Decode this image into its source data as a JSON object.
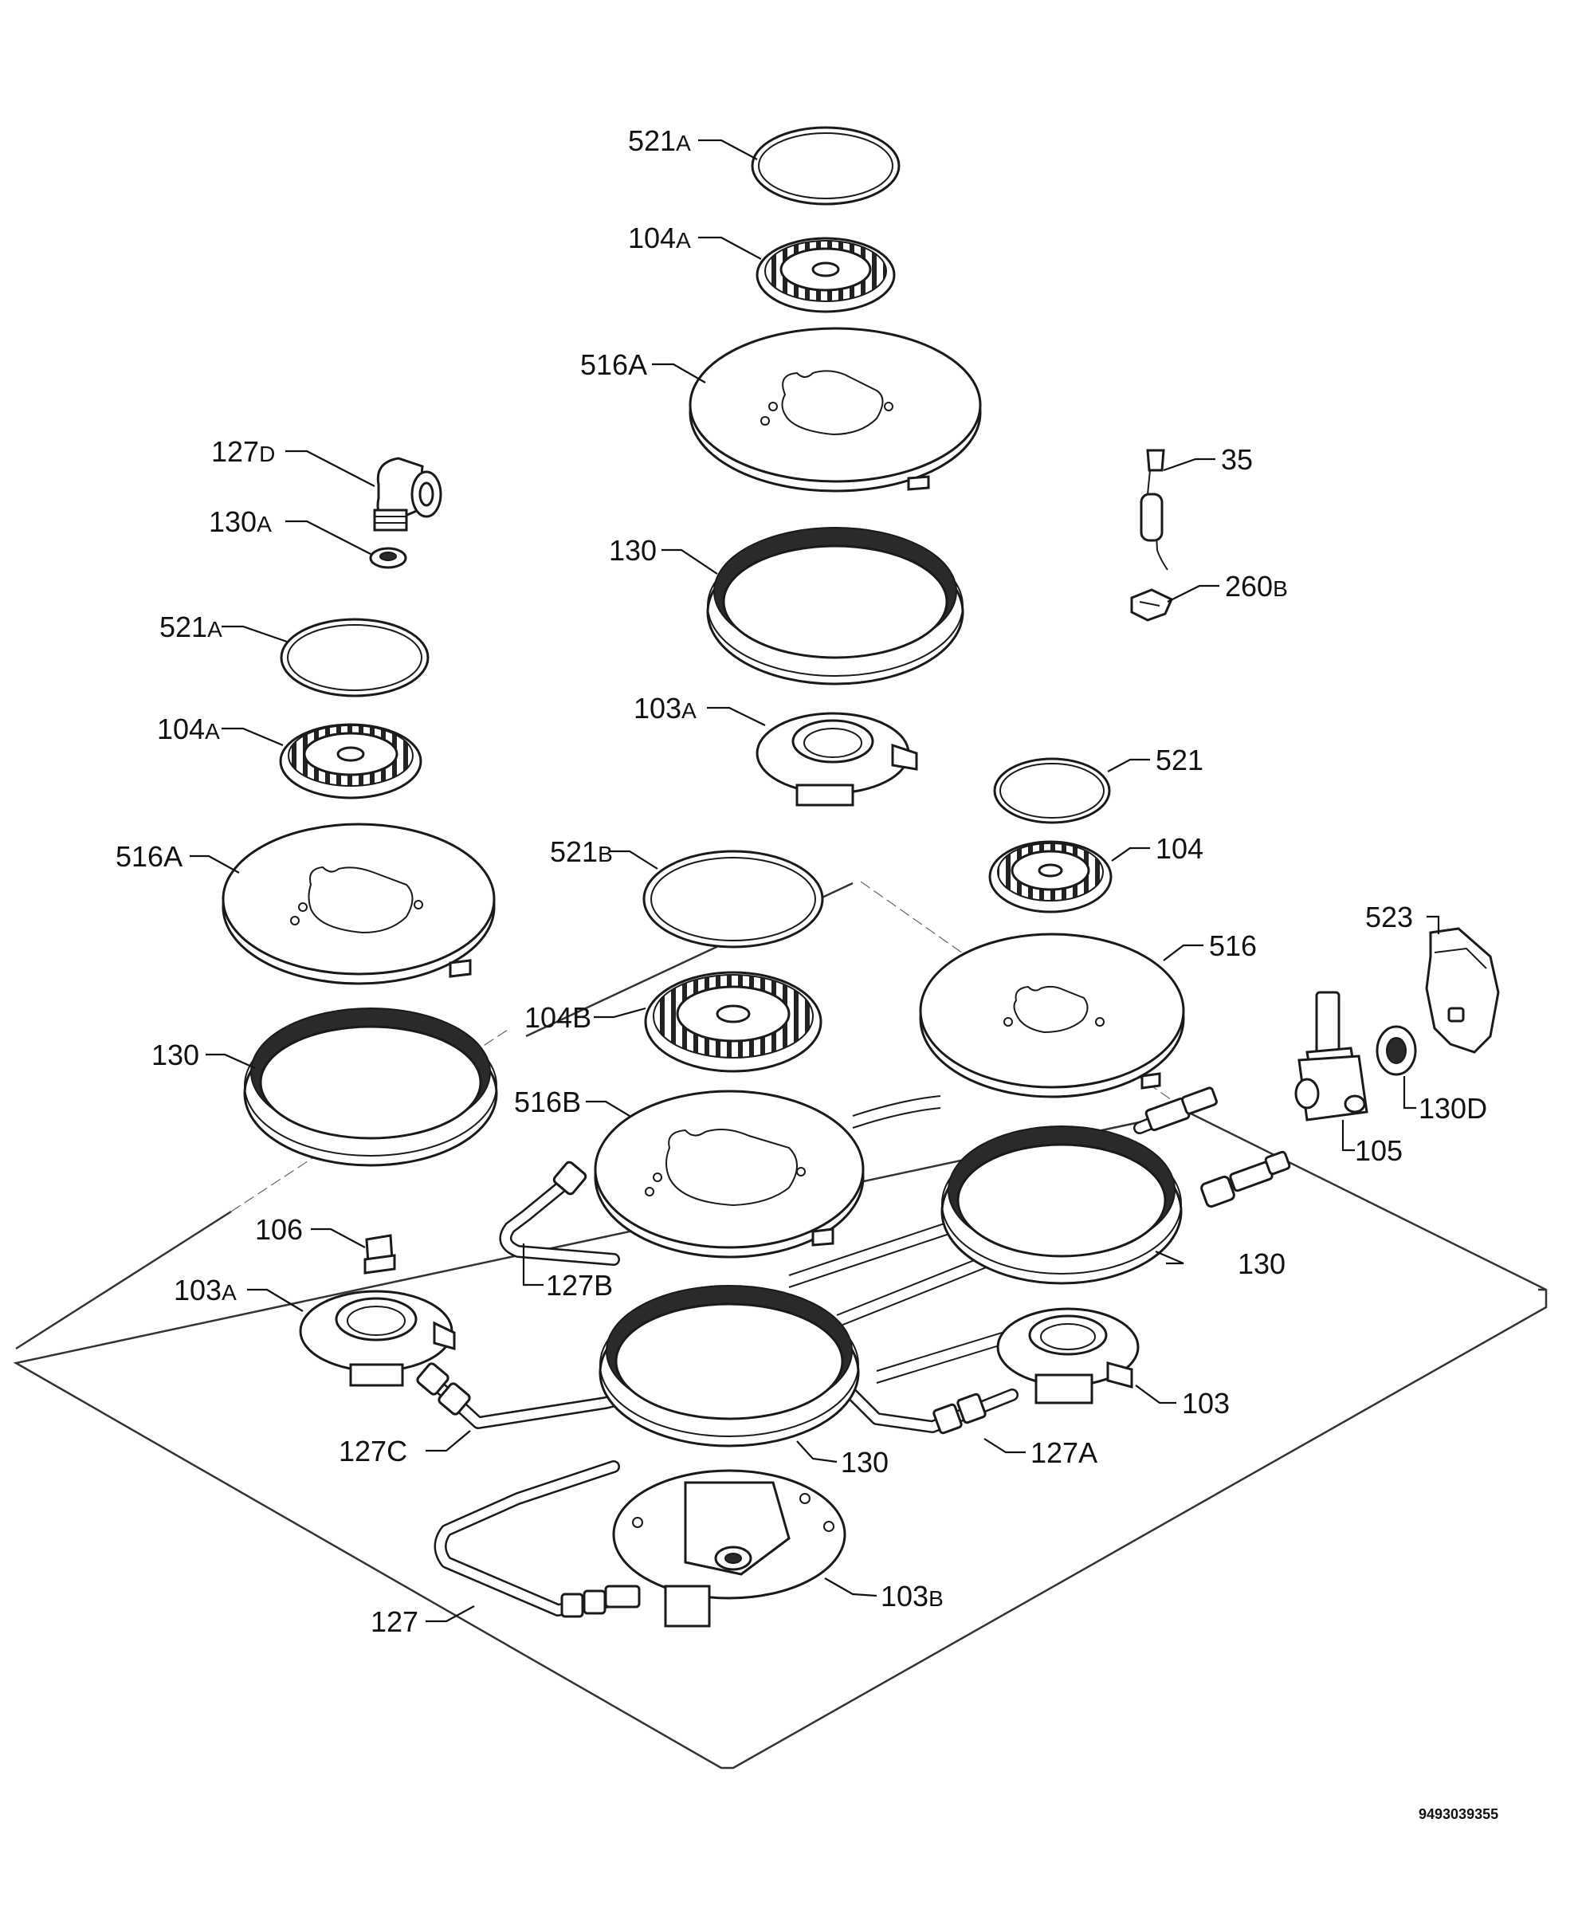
{
  "labels": {
    "l521a_top": {
      "num": "521",
      "suf": "A"
    },
    "l104a_top": {
      "num": "104",
      "suf": "A"
    },
    "l516a_top": {
      "num": "516A",
      "suf": ""
    },
    "l130_top": {
      "num": "130",
      "suf": ""
    },
    "l103a_top": {
      "num": "103",
      "suf": "A"
    },
    "l127d": {
      "num": "127",
      "suf": "D"
    },
    "l130a": {
      "num": "130",
      "suf": "A"
    },
    "l521a_left": {
      "num": "521",
      "suf": "A"
    },
    "l104a_left": {
      "num": "104",
      "suf": "A"
    },
    "l516a_left": {
      "num": "516A",
      "suf": ""
    },
    "l130_left": {
      "num": "130",
      "suf": ""
    },
    "l106": {
      "num": "106",
      "suf": ""
    },
    "l103a_left": {
      "num": "103",
      "suf": "A"
    },
    "l127c": {
      "num": "127C",
      "suf": ""
    },
    "l127": {
      "num": "127",
      "suf": ""
    },
    "l521b": {
      "num": "521",
      "suf": "B"
    },
    "l104b": {
      "num": "104B",
      "suf": ""
    },
    "l516b": {
      "num": "516B",
      "suf": ""
    },
    "l127b": {
      "num": "127B",
      "suf": ""
    },
    "l130_center": {
      "num": "130",
      "suf": ""
    },
    "l103b": {
      "num": "103",
      "suf": "B"
    },
    "l35": {
      "num": "35",
      "suf": ""
    },
    "l260b": {
      "num": "260",
      "suf": "B"
    },
    "l521": {
      "num": "521",
      "suf": ""
    },
    "l104": {
      "num": "104",
      "suf": ""
    },
    "l516": {
      "num": "516",
      "suf": ""
    },
    "l130_right": {
      "num": "130",
      "suf": ""
    },
    "l103": {
      "num": "103",
      "suf": ""
    },
    "l127a": {
      "num": "127A",
      "suf": ""
    },
    "l523": {
      "num": "523",
      "suf": ""
    },
    "l130d": {
      "num": "130D",
      "suf": ""
    },
    "l105": {
      "num": "105",
      "suf": ""
    }
  },
  "document_number": "9493039355"
}
